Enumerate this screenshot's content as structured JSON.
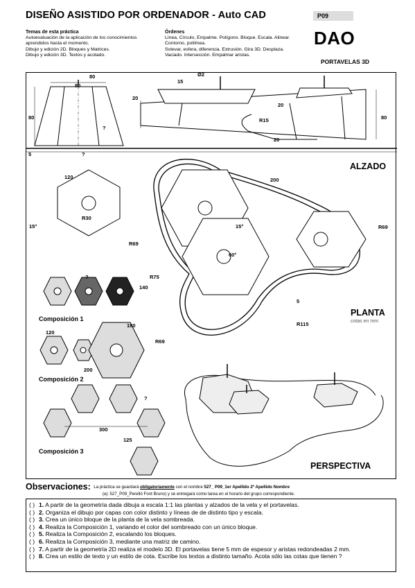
{
  "header": {
    "title": "DISEÑO ASISTIDO POR ORDENADOR - Auto CAD",
    "code": "P09",
    "dao": "DAO",
    "subject": "PORTAVELAS 3D"
  },
  "temas": {
    "heading": "Temas de esta práctica",
    "lines": [
      "Autoevaluación de la aplicación de los conocimientos",
      "aprendidos hasta el momento.",
      "Dibujo y edición 2D. Bloques y Matrices.",
      "Dibujo y edición 3D. Textos y acotado."
    ]
  },
  "ordenes": {
    "heading": "Órdenes",
    "lines": [
      "Línea, Círculo, Empalme. Polígono. Bloque. Escala. Alinear.",
      "Contorno, polilínea.",
      "Solevar, esfera, diferencia. Extrusión. Gira 3D. Desplaza.",
      "Vaciado. Intersección. Empalmar aristas."
    ]
  },
  "drawing": {
    "alzado": "ALZADO",
    "planta": "PLANTA",
    "cotas": "cotas en mm",
    "perspectiva": "PERSPECTIVA",
    "comp1": "Composición 1",
    "comp2": "Composición 2",
    "comp3": "Composición 3",
    "dims": {
      "d80a": "80",
      "d80b": "80",
      "d80c": "80",
      "d80d": "80",
      "q": "?",
      "q2": "?",
      "q3": "?",
      "q4": "?",
      "d5": "5",
      "d5b": "5",
      "d15": "15",
      "d20a": "20",
      "d20b": "20",
      "d20c": "20",
      "o2": "Ø2",
      "r15": "R15",
      "d120": "120",
      "d120b": "120",
      "r30": "R30",
      "d15deg": "15°",
      "d15deg2": "15°",
      "d60deg": "60°",
      "d200": "200",
      "d200b": "200",
      "r69a": "R69",
      "r69b": "R69",
      "r69c": "R69",
      "r75": "R75",
      "d140": "140",
      "r115": "R115",
      "d180": "180",
      "d300": "300",
      "d125": "125"
    }
  },
  "observaciones": {
    "heading": "Observaciones:",
    "text_pre": "La práctica se guardará ",
    "text_bold": "obligatoriamente",
    "text_mid": " con el nombre ",
    "text_name": "527_ P09_1er Apellido 2º Apellido Nombre",
    "line2": "(ej: 527_P09_Perelló Font Bruno) y se entregará como tarea en el horario del grupo correspondiente."
  },
  "tasks": [
    {
      "n": "1.",
      "text": "A partir de la geometría dada dibuja a escala 1:1 las plantas y alzados de la vela y el portavelas."
    },
    {
      "n": "2.",
      "text": "Organiza el dibujo por capas con color distinto y líneas de de distinto tipo y escala."
    },
    {
      "n": "3.",
      "text": "Crea un único bloque de la planta de la vela sombreada."
    },
    {
      "n": "4.",
      "text": "Realiza la Composición 1, variando el color del sombreado con un único bloque."
    },
    {
      "n": "5.",
      "text": "Realiza la Composición 2, escalando los bloques."
    },
    {
      "n": "6.",
      "text": "Realiza la Composición 3, mediante una matriz de camino."
    },
    {
      "n": "7.",
      "text": "A partir de la geometría 2D realiza el modelo 3D. El portavelas tiene 5 mm de espesor y aristas redondeadas 2 mm."
    },
    {
      "n": "8.",
      "text": "Crea un estilo de texto y un estilo de cota. Escribe los textos a distinto tamaño. Acota sólo las cotas que tienen ?"
    }
  ],
  "task_paren": "(     )"
}
